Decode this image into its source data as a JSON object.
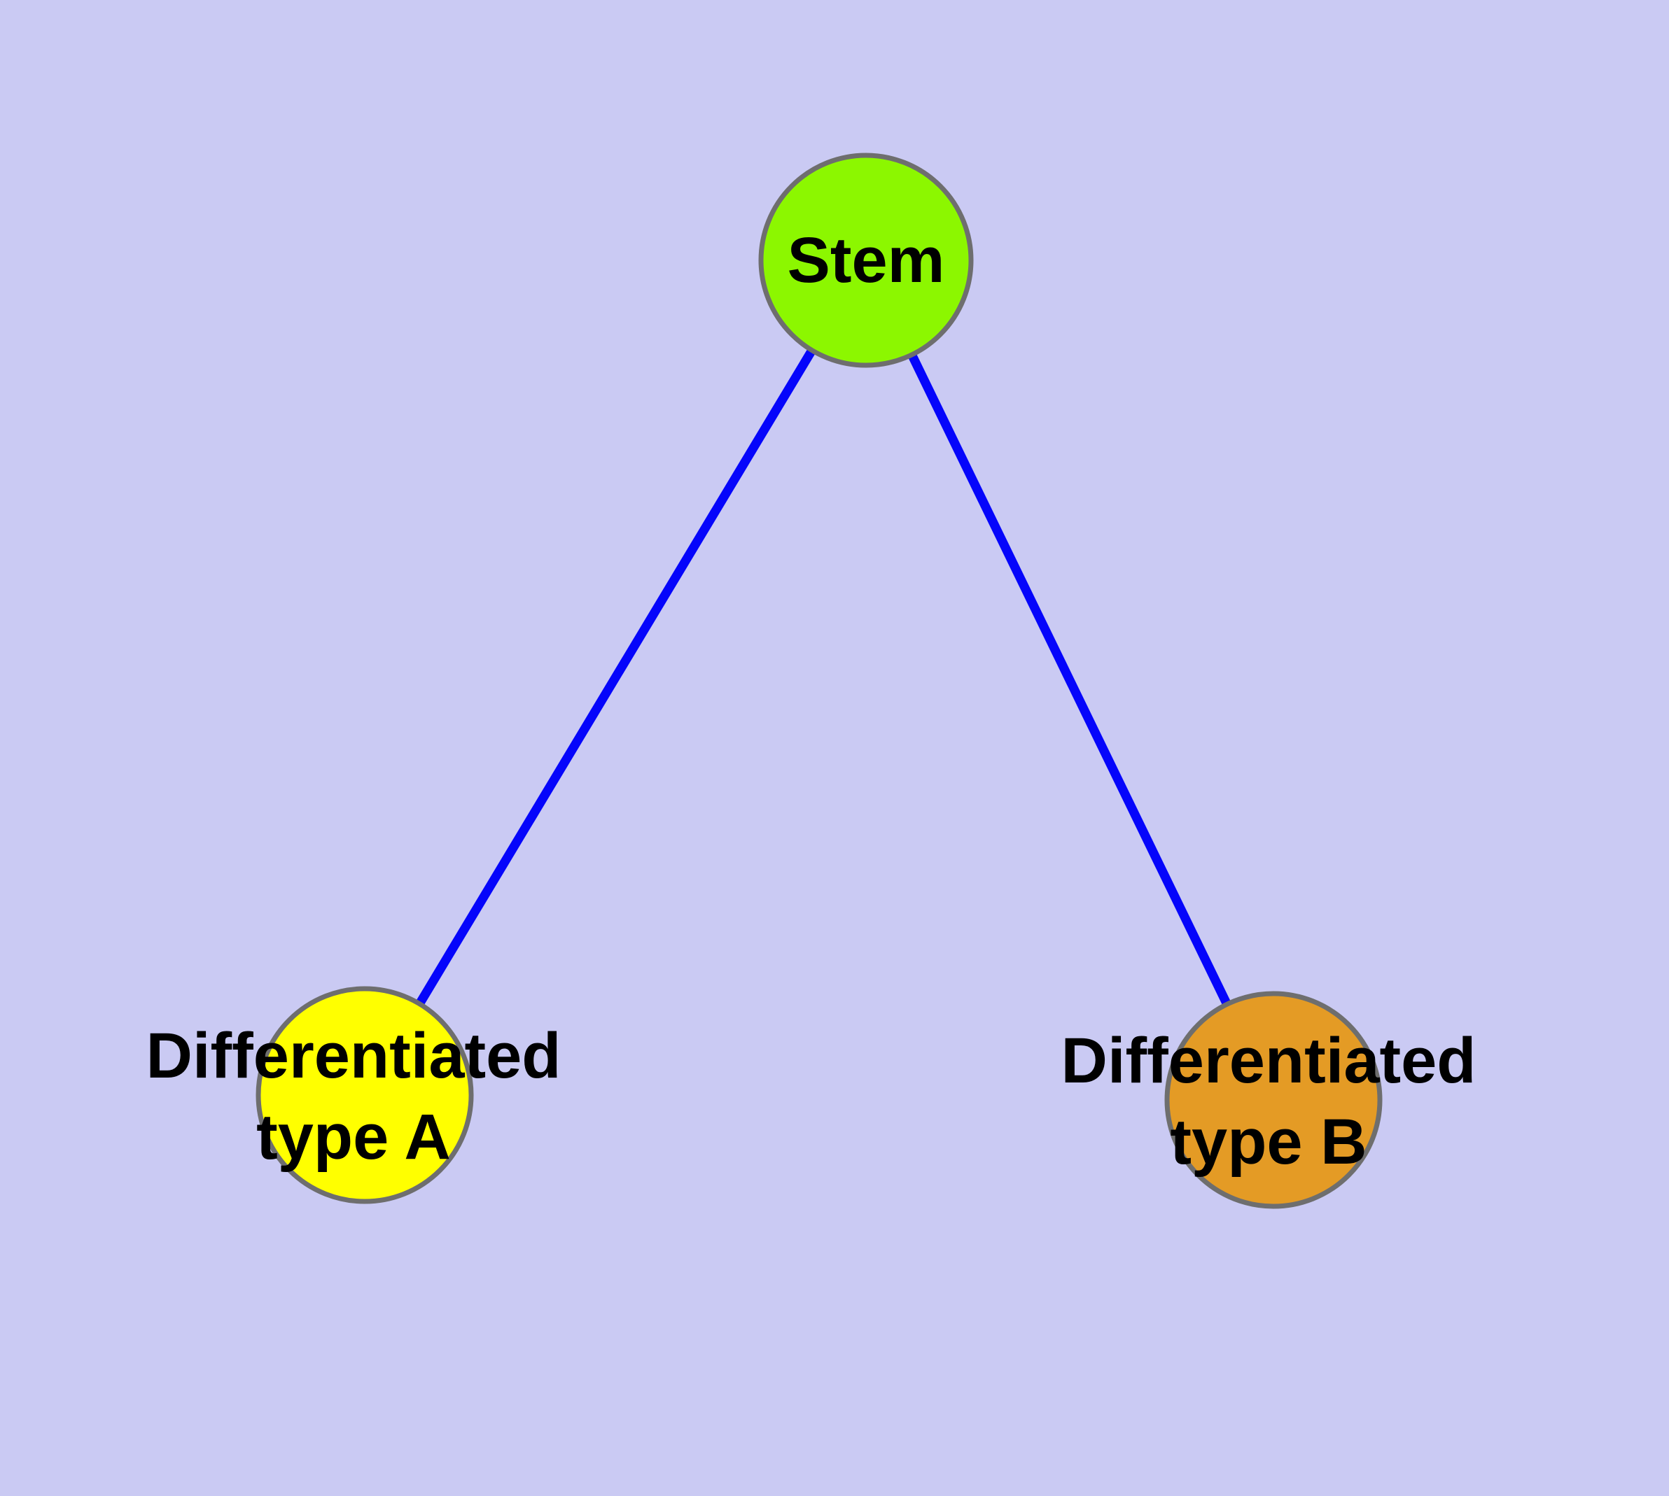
{
  "diagram": {
    "type": "node-link-graph",
    "background_color": "#CACAF3",
    "edge_color": "#0505FB",
    "edge_width": 13,
    "node_border_color": "#6E6E6E",
    "node_border_width": 7,
    "text_color": "#000000",
    "nodes": [
      {
        "id": "stem",
        "label": "Stem",
        "fill": "#8CF700"
      },
      {
        "id": "diff-a",
        "label_line1": "Differentiated",
        "label_line2": "type A",
        "fill": "#FFFF00"
      },
      {
        "id": "diff-b",
        "label_line1": "Differentiated",
        "label_line2": "type B",
        "fill": "#E49B25"
      }
    ],
    "edges": [
      {
        "from": "Stem",
        "to": "Differentiated type A"
      },
      {
        "from": "Stem",
        "to": "Differentiated type B"
      }
    ]
  }
}
